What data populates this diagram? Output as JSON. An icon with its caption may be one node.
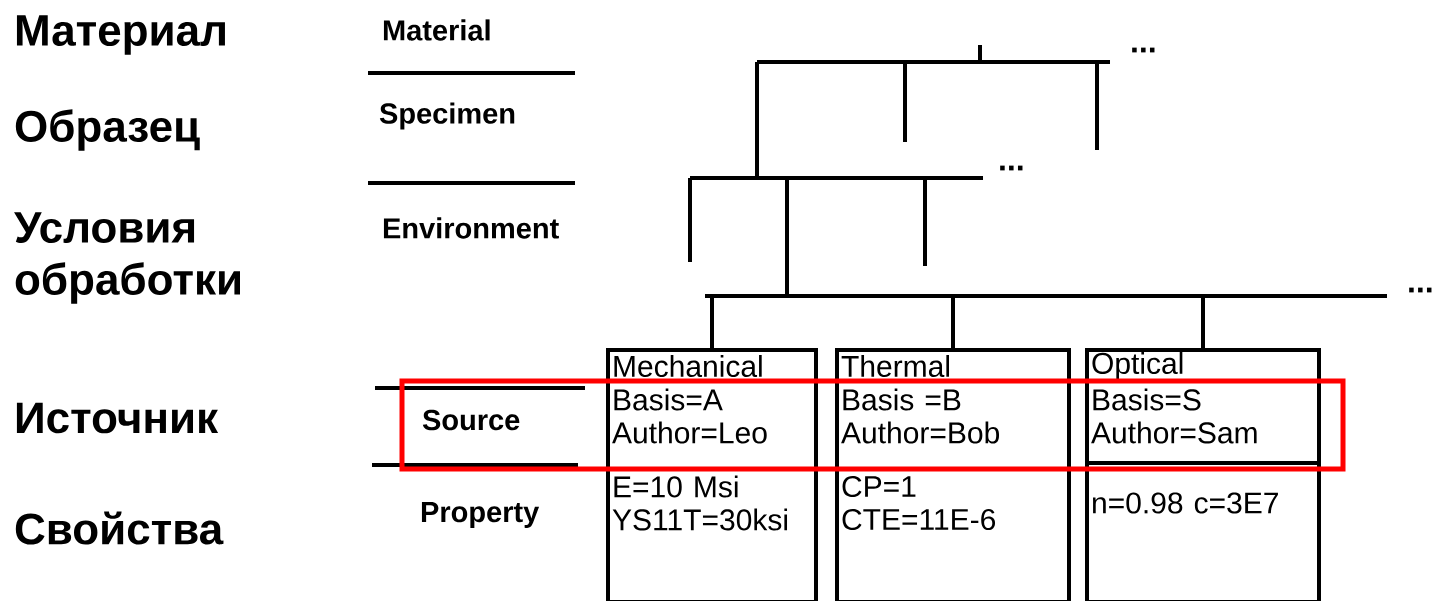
{
  "diagram": {
    "nodes": [
      {
        "text": [
          "Mechanical",
          "Basis=A Author=Leo",
          "E=10 Msi YS11T=30ksi"
        ]
      },
      {
        "text": [
          "Thermal",
          "Basis =B Author=Bob",
          "CP=1 CTE=11E-6"
        ]
      },
      {
        "text": [
          "Optical",
          "Basis=S Author=Sam",
          "n=0.98 c=3E7"
        ]
      }
    ],
    "edges": [
      {
        "from": null,
        "to": 0,
        "arrow": "none"
      },
      {
        "from": null,
        "to": 1,
        "arrow": "none"
      },
      {
        "from": null,
        "to": 2,
        "arrow": "none"
      }
    ],
    "labels": [
      "Материал",
      "Material",
      "...",
      "Образец",
      "Specimen",
      "...",
      "Условия обработки",
      "Environment",
      "...",
      "Источник",
      "Source",
      "Свойства",
      "Property"
    ]
  }
}
